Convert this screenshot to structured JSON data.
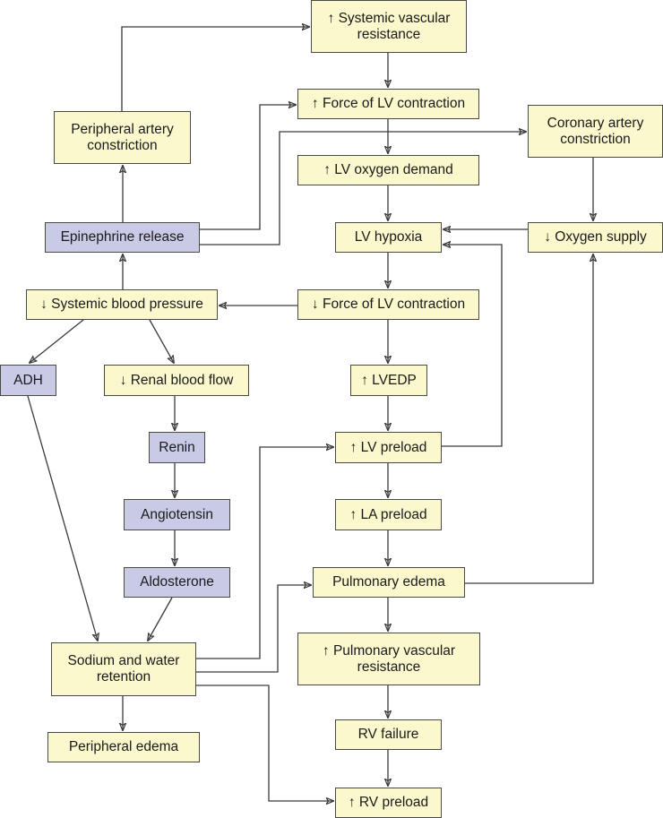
{
  "diagram": {
    "title": "",
    "colors": {
      "effect_fill": "#fbf8cd",
      "hormone_fill": "#c9cae6",
      "border": "#4a4a44",
      "edge": "#3a3a3a"
    },
    "nodes": {
      "svr": {
        "label": "↑ Systemic vascular\nresistance",
        "kind": "effect"
      },
      "force_up": {
        "label": "↑ Force of LV contraction",
        "kind": "effect"
      },
      "coronary": {
        "label": "Coronary artery\nconstriction",
        "kind": "effect"
      },
      "o2_demand": {
        "label": "↑ LV oxygen demand",
        "kind": "effect"
      },
      "hypoxia": {
        "label": "LV hypoxia",
        "kind": "effect"
      },
      "o2_supply": {
        "label": "↓ Oxygen supply",
        "kind": "effect"
      },
      "periph_artery": {
        "label": "Peripheral artery\nconstriction",
        "kind": "effect"
      },
      "epinephrine": {
        "label": "Epinephrine release",
        "kind": "hormone"
      },
      "systemic_bp": {
        "label": "↓ Systemic blood pressure",
        "kind": "effect"
      },
      "force_down": {
        "label": "↓ Force of LV contraction",
        "kind": "effect"
      },
      "adh": {
        "label": "ADH",
        "kind": "hormone"
      },
      "renal": {
        "label": "↓ Renal blood flow",
        "kind": "effect"
      },
      "lvedp": {
        "label": "↑ LVEDP",
        "kind": "effect"
      },
      "renin": {
        "label": "Renin",
        "kind": "hormone"
      },
      "lv_preload": {
        "label": "↑ LV preload",
        "kind": "effect"
      },
      "angiotensin": {
        "label": "Angiotensin",
        "kind": "hormone"
      },
      "la_preload": {
        "label": "↑ LA preload",
        "kind": "effect"
      },
      "aldosterone": {
        "label": "Aldosterone",
        "kind": "hormone"
      },
      "pulm_edema": {
        "label": "Pulmonary edema",
        "kind": "effect"
      },
      "sodium_water": {
        "label": "Sodium and water\nretention",
        "kind": "effect"
      },
      "pulm_vasc": {
        "label": "↑ Pulmonary vascular\nresistance",
        "kind": "effect"
      },
      "periph_edema": {
        "label": "Peripheral edema",
        "kind": "effect"
      },
      "rv_failure": {
        "label": "RV failure",
        "kind": "effect"
      },
      "rv_preload": {
        "label": "↑ RV preload",
        "kind": "effect"
      }
    },
    "edges": [
      {
        "from": "periph_artery",
        "to": "svr"
      },
      {
        "from": "svr",
        "to": "force_up"
      },
      {
        "from": "epinephrine",
        "to": "force_up"
      },
      {
        "from": "epinephrine",
        "to": "coronary"
      },
      {
        "from": "force_up",
        "to": "o2_demand"
      },
      {
        "from": "o2_demand",
        "to": "hypoxia"
      },
      {
        "from": "coronary",
        "to": "o2_supply"
      },
      {
        "from": "o2_supply",
        "to": "hypoxia"
      },
      {
        "from": "lv_preload",
        "to": "hypoxia"
      },
      {
        "from": "epinephrine",
        "to": "periph_artery"
      },
      {
        "from": "systemic_bp",
        "to": "epinephrine"
      },
      {
        "from": "hypoxia",
        "to": "force_down"
      },
      {
        "from": "force_down",
        "to": "systemic_bp"
      },
      {
        "from": "systemic_bp",
        "to": "adh"
      },
      {
        "from": "systemic_bp",
        "to": "renal"
      },
      {
        "from": "force_down",
        "to": "lvedp"
      },
      {
        "from": "renal",
        "to": "renin"
      },
      {
        "from": "lvedp",
        "to": "lv_preload"
      },
      {
        "from": "renin",
        "to": "angiotensin"
      },
      {
        "from": "lv_preload",
        "to": "la_preload"
      },
      {
        "from": "angiotensin",
        "to": "aldosterone"
      },
      {
        "from": "la_preload",
        "to": "pulm_edema"
      },
      {
        "from": "pulm_edema",
        "to": "o2_supply"
      },
      {
        "from": "adh",
        "to": "sodium_water"
      },
      {
        "from": "aldosterone",
        "to": "sodium_water"
      },
      {
        "from": "sodium_water",
        "to": "lv_preload"
      },
      {
        "from": "sodium_water",
        "to": "pulm_edema"
      },
      {
        "from": "sodium_water",
        "to": "rv_preload"
      },
      {
        "from": "pulm_edema",
        "to": "pulm_vasc"
      },
      {
        "from": "sodium_water",
        "to": "periph_edema"
      },
      {
        "from": "pulm_vasc",
        "to": "rv_failure"
      },
      {
        "from": "rv_failure",
        "to": "rv_preload"
      }
    ]
  }
}
